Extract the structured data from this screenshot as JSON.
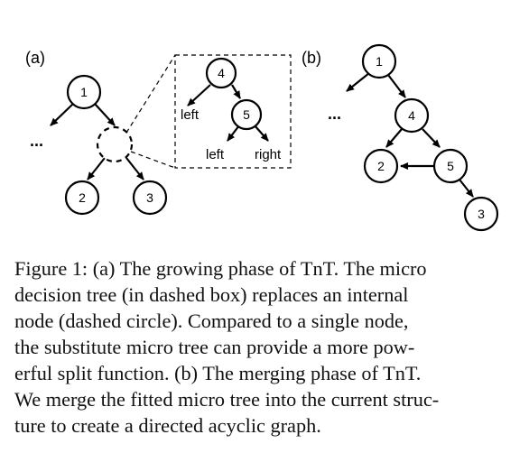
{
  "diagram": {
    "panel_a_label": "(a)",
    "panel_b_label": "(b)",
    "ellipsis": "...",
    "panel_a": {
      "root": "1",
      "child_left": "2",
      "child_right": "3",
      "micro_root": "4",
      "micro_child": "5",
      "edge_left_label": "left",
      "edge_inner_left_label": "left",
      "edge_right_label": "right"
    },
    "panel_b": {
      "node_1": "1",
      "node_4": "4",
      "node_2": "2",
      "node_5": "5",
      "node_3": "3"
    }
  },
  "caption": {
    "lines": [
      "Figure 1: (a) The growing phase of TnT. The micro",
      "decision tree (in dashed box) replaces an internal",
      "node (dashed circle). Compared to a single node,",
      "the substitute micro tree can provide a more pow-",
      "erful split function. (b) The merging phase of TnT.",
      "We merge the fitted micro tree into the current struc-",
      "ture to create a directed acyclic graph."
    ]
  }
}
